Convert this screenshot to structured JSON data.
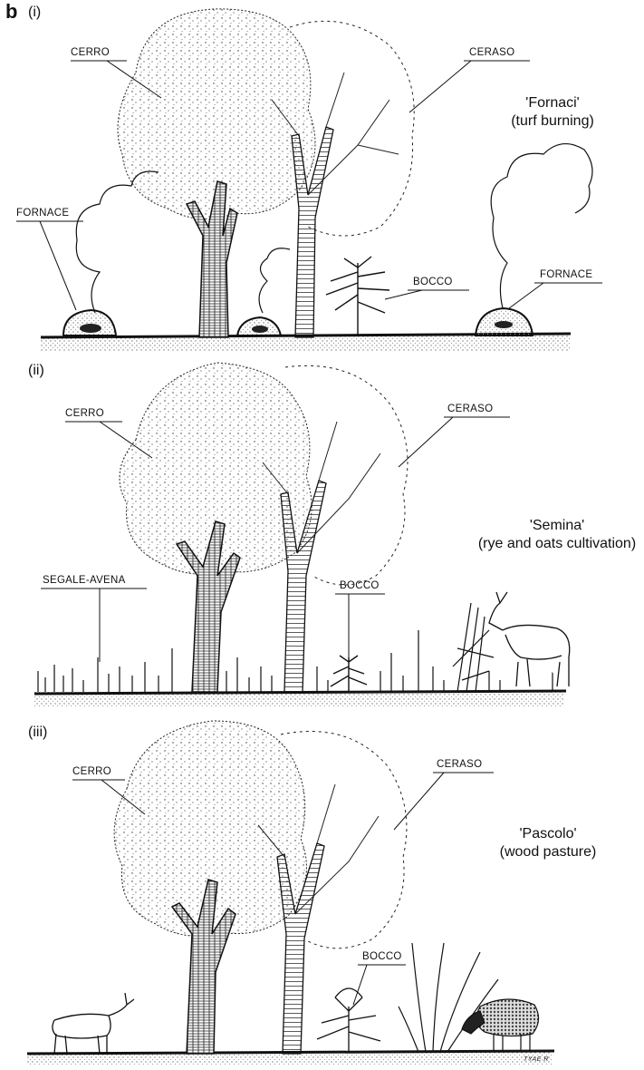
{
  "figure_letter": "b",
  "panels": [
    {
      "number": "(i)",
      "caption_title": "'Fornaci'",
      "caption_sub": "(turf burning)",
      "labels": {
        "cerro": "CERRO",
        "ceraso": "CERASO",
        "fornace_left": "FORNACE",
        "bocco": "BOCCO",
        "fornace_right": "FORNACE"
      }
    },
    {
      "number": "(ii)",
      "caption_title": "'Semina'",
      "caption_sub": "(rye and oats cultivation)",
      "labels": {
        "cerro": "CERRO",
        "ceraso": "CERASO",
        "segale_avena": "SEGALE-AVENA",
        "bocco": "BOCCO"
      }
    },
    {
      "number": "(iii)",
      "caption_title": "'Pascolo'",
      "caption_sub": "(wood pasture)",
      "labels": {
        "cerro": "CERRO",
        "ceraso": "CERASO",
        "bocco": "BOCCO"
      }
    }
  ],
  "artist_credit": "TYAE R",
  "colors": {
    "ink": "#111111",
    "ground_stipple": "#b8b8b8"
  }
}
